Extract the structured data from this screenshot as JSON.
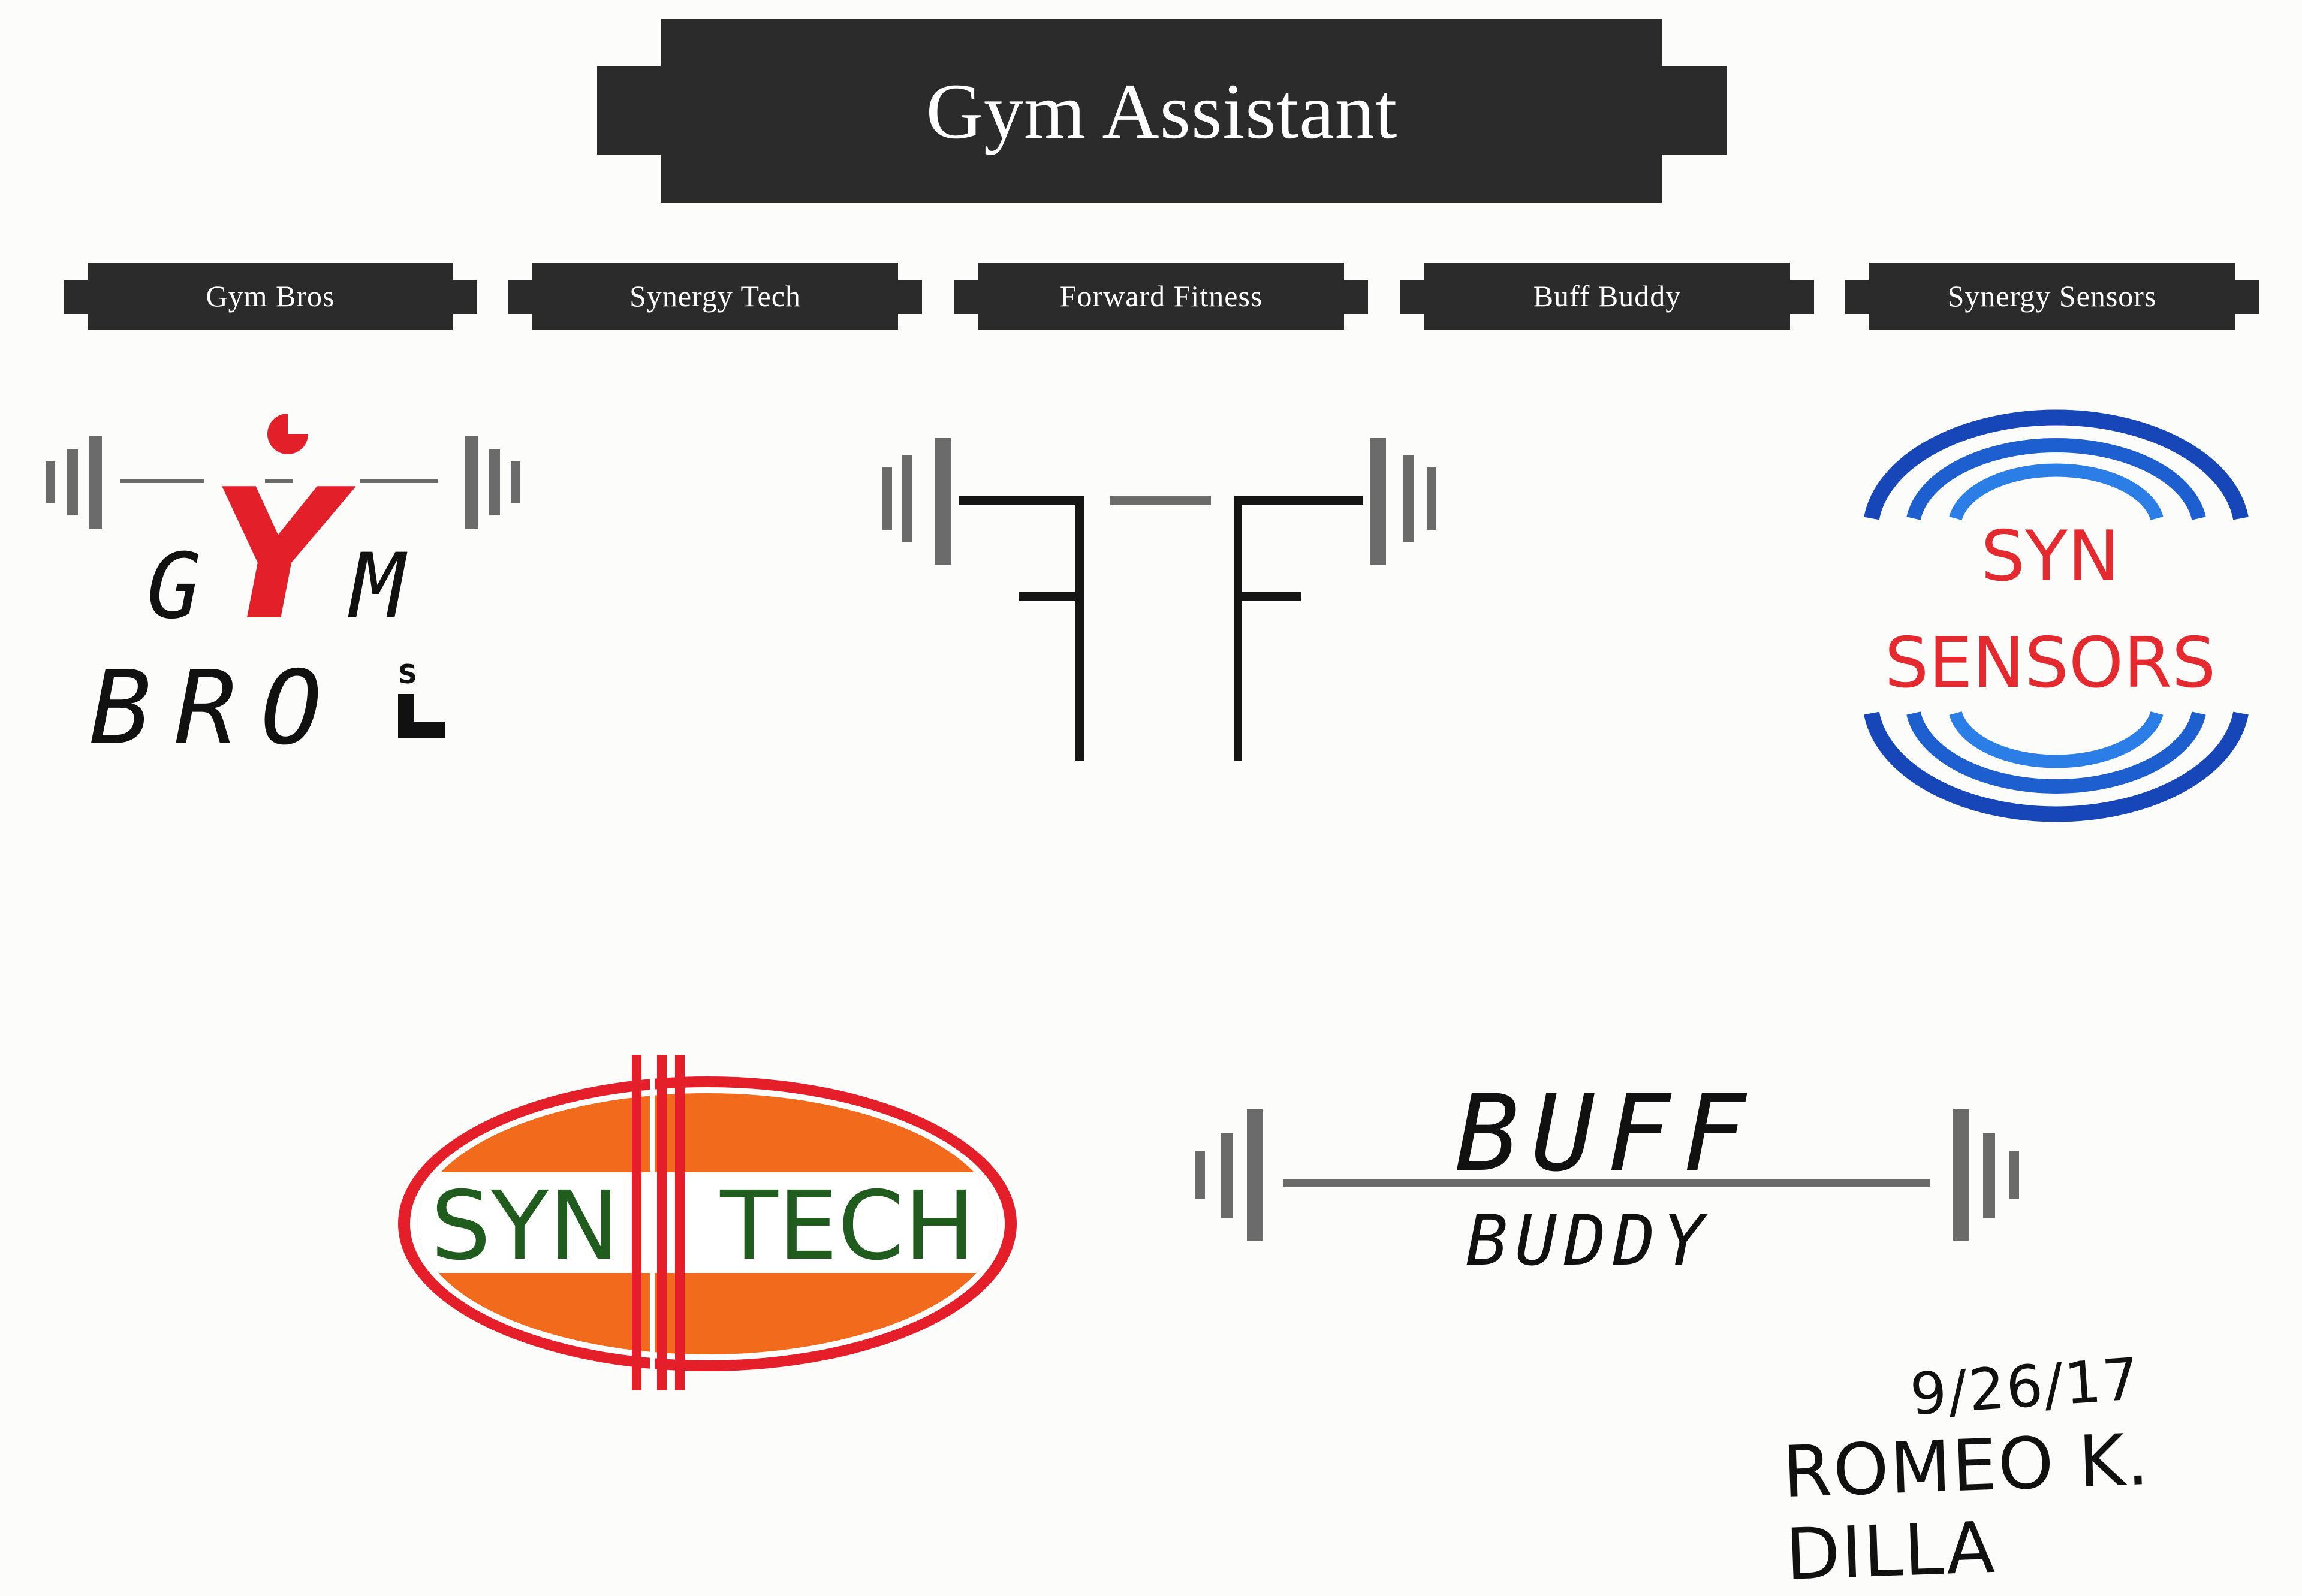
{
  "header": {
    "title": "Gym Assistant"
  },
  "nav": [
    {
      "label": "Gym Bros"
    },
    {
      "label": "Synergy Tech"
    },
    {
      "label": "Forward Fitness"
    },
    {
      "label": "Buff Buddy"
    },
    {
      "label": "Synergy Sensors"
    }
  ],
  "logos": {
    "gym_bros": {
      "line1_g": "G",
      "line1_m": "M",
      "line2": "BRO",
      "suffix": "S",
      "figure_letter": "Y"
    },
    "forward_fitness": {
      "letters": "FF"
    },
    "syn_sensors": {
      "line1": "SYN",
      "line2": "SENSORS"
    },
    "syn_tech": {
      "left": "SYN",
      "right": "TECH"
    },
    "buff_buddy": {
      "line1": "BUFF",
      "line2": "BUDDY"
    }
  },
  "signature": {
    "date": "9/26/17",
    "name": "ROMEO K. DILLA"
  },
  "colors": {
    "banner": "#2b2b2b",
    "gym_red": "#e3202a",
    "plate_gray": "#6b6b6b",
    "ring_blue": "#1746b8",
    "ring_blue_light": "#2a7ee6",
    "sensor_red": "#e42a2f",
    "tech_red": "#e51f2a",
    "tech_orange": "#f26a1b",
    "tech_green": "#1f5c1d"
  }
}
